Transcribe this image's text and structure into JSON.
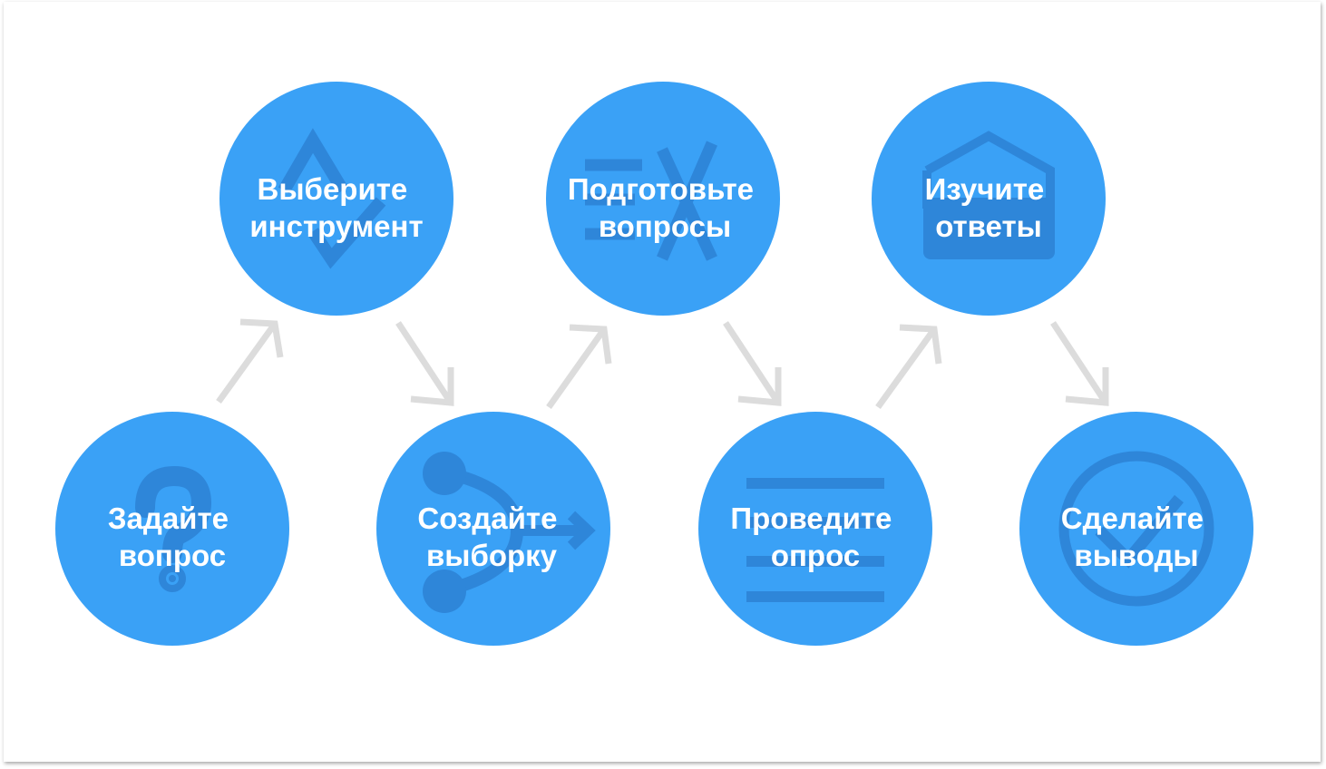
{
  "colors": {
    "circle": "#3aa1f6",
    "icon": "#2e86d9",
    "arrow": "#dcdcdc",
    "label": "#ffffff"
  },
  "steps": [
    {
      "line1": "Задайте",
      "line2": "вопрос",
      "icon": "question-mark-icon"
    },
    {
      "line1": "Выберите",
      "line2": "инструмент",
      "icon": "checkmark-icon"
    },
    {
      "line1": "Создайте",
      "line2": "выборку",
      "icon": "share-nodes-icon"
    },
    {
      "line1": "Подготовьте",
      "line2": "вопросы",
      "icon": "list-cross-icon"
    },
    {
      "line1": "Проведите",
      "line2": "опрос",
      "icon": "lines-icon"
    },
    {
      "line1": "Изучите",
      "line2": "ответы",
      "icon": "envelope-icon"
    },
    {
      "line1": "Сделайте",
      "line2": "выводы",
      "icon": "check-circle-icon"
    }
  ]
}
